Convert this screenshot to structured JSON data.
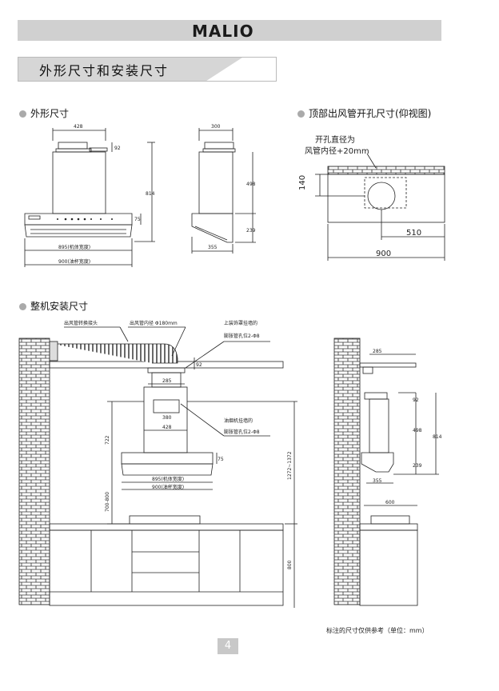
{
  "brand": "MALIO",
  "title": "外形尺寸和安装尺寸",
  "sections": {
    "outer": "外形尺寸",
    "top": "顶部出风管开孔尺寸(仰视图)",
    "install": "整机安装尺寸"
  },
  "front_dims": {
    "w428": "428",
    "h92": "92",
    "h814": "814",
    "h75": "75",
    "w895": "895(机体宽度)",
    "w900": "900(油杯宽度)"
  },
  "side_dims": {
    "w300": "300",
    "h498": "498",
    "h239": "239",
    "w355": "355"
  },
  "top_view": {
    "hole_label_1": "开孔直径为",
    "hole_label_2": "风管内径+20mm",
    "h140": "140",
    "w510": "510",
    "w900": "900"
  },
  "install_labels": {
    "joint": "出风管转换接头",
    "duct": "出风管内径 Φ180mm",
    "upper_1": "上装饰罩挂墙的",
    "upper_2": "膨胀管孔位2-Φ8",
    "lower_1": "油烟机挂墙的",
    "lower_2": "膨胀管孔位2-Φ8",
    "d285": "285",
    "d92": "92",
    "d380": "380",
    "d428": "428",
    "d722": "722",
    "d75": "75",
    "d895": "895(机体宽度)",
    "d900": "900(油杯宽度)",
    "d700_800": "700-800",
    "d1272_1372": "1272~1372",
    "d800": "800"
  },
  "side_install": {
    "d285": "285",
    "d92": "92",
    "d498": "498",
    "d814": "814",
    "d239": "239",
    "d355": "355",
    "d600": "600"
  },
  "note": "标注的尺寸仅供参考（单位：mm）",
  "page_number": "4"
}
